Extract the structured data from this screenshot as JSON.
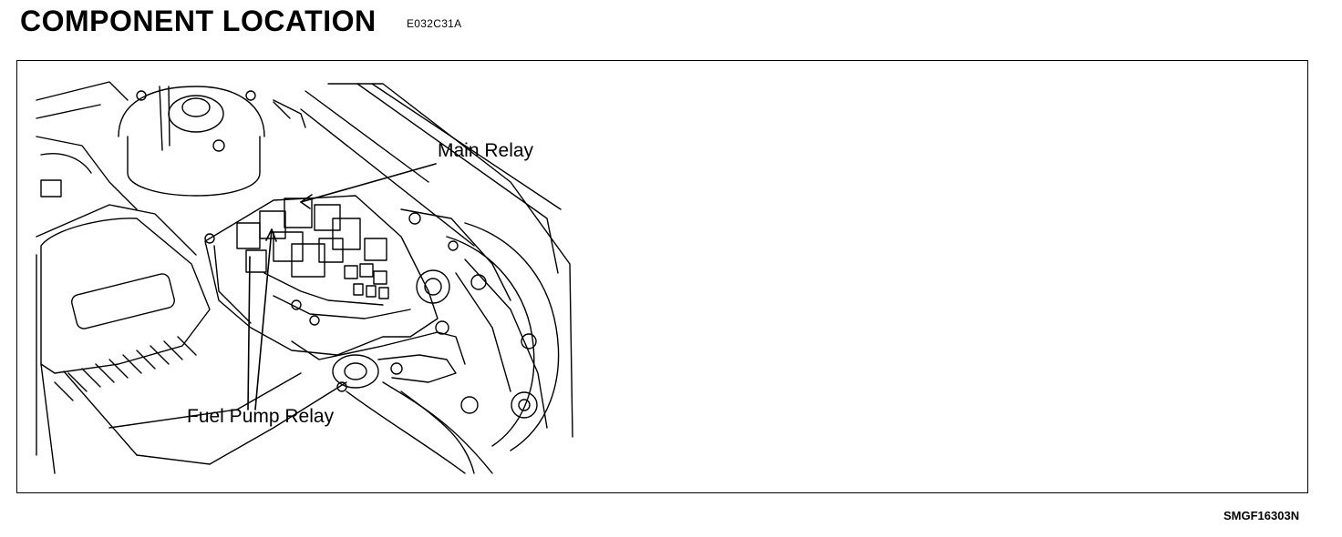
{
  "header": {
    "title": "COMPONENT LOCATION",
    "code": "E032C31A"
  },
  "figure": {
    "callouts": {
      "main_relay": "Main Relay",
      "fuel_pump_relay": "Fuel Pump Relay"
    },
    "figure_id": "SMGF16303N"
  }
}
